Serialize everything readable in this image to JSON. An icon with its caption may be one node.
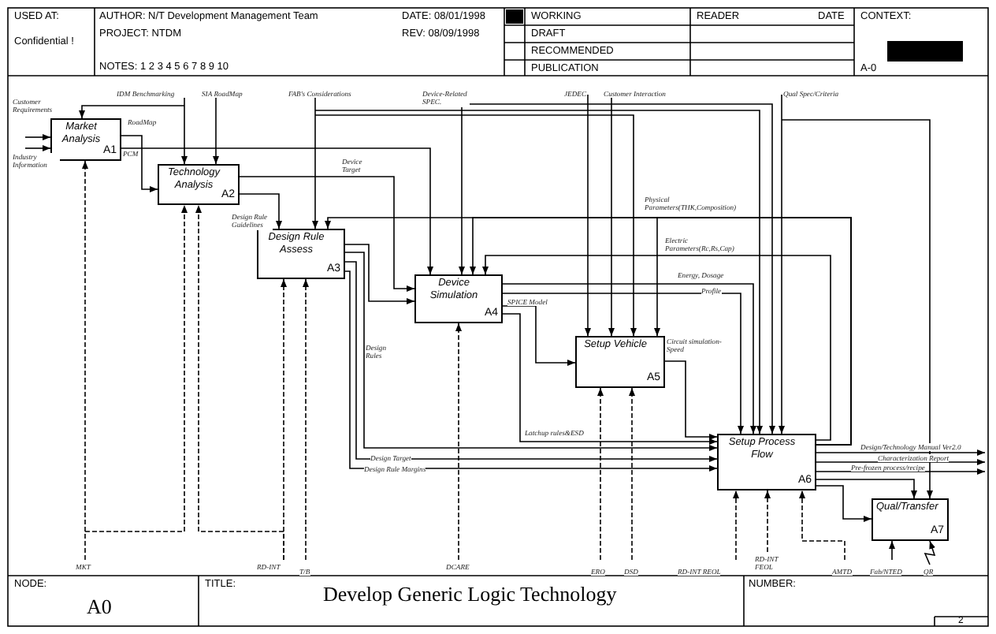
{
  "diagram": {
    "title": "Develop Generic Logic Technology",
    "nodes": [
      {
        "text": [
          "Market Analysis",
          "A1"
        ]
      },
      {
        "text": [
          "Technology Analysis",
          "A2"
        ]
      },
      {
        "text": [
          "Design Rule Assess",
          "A3"
        ]
      },
      {
        "text": [
          "Device Simulation",
          "A4"
        ]
      },
      {
        "text": [
          "Setup Vehicle",
          "A5"
        ]
      },
      {
        "text": [
          "Setup Process Flow",
          "A6"
        ]
      },
      {
        "text": [
          "Qual/Transfer",
          "A7"
        ]
      }
    ],
    "edges": [
      {
        "from": null,
        "to": 0,
        "arrow": "to",
        "label": "Customer Requirements"
      },
      {
        "from": null,
        "to": 0,
        "arrow": "to",
        "label": "Industry Information"
      },
      {
        "from": null,
        "to": 1,
        "arrow": "to",
        "label": "IDM Benchmarking"
      },
      {
        "from": null,
        "to": 0,
        "arrow": "to"
      },
      {
        "from": null,
        "to": 1,
        "arrow": "to",
        "label": "SIA RoadMap"
      },
      {
        "from": null,
        "to": 2,
        "arrow": "to",
        "label": "FAB's Considerations"
      },
      {
        "from": null,
        "to": 4,
        "arrow": "to"
      },
      {
        "from": null,
        "to": 5,
        "arrow": "to"
      },
      {
        "from": null,
        "to": 3,
        "arrow": "to",
        "label": "Device-Related SPEC."
      },
      {
        "from": null,
        "to": 5,
        "arrow": "to"
      },
      {
        "from": null,
        "to": 4,
        "arrow": "to",
        "label": "JEDEC"
      },
      {
        "from": null,
        "to": 4,
        "arrow": "to",
        "label": "Customer Interaction"
      },
      {
        "from": null,
        "to": 5,
        "arrow": "to",
        "label": "Qual Spec/Criteria"
      },
      {
        "from": null,
        "to": 6,
        "arrow": "to"
      },
      {
        "from": 0,
        "to": 1,
        "arrow": "to",
        "label": "RoadMap"
      },
      {
        "from": 0,
        "to": 3,
        "arrow": "to",
        "label": "PCM"
      },
      {
        "from": 1,
        "to": 3,
        "arrow": "to",
        "label": "Device Target"
      },
      {
        "from": 1,
        "to": 2,
        "arrow": "to",
        "label": "Design Rule Guidelines"
      },
      {
        "from": 2,
        "to": 3,
        "arrow": "to"
      },
      {
        "from": 2,
        "to": 5,
        "arrow": "to",
        "label": "Design Rules"
      },
      {
        "from": 2,
        "to": 5,
        "arrow": "to",
        "label": "Design Target"
      },
      {
        "from": 2,
        "to": 5,
        "arrow": "to",
        "label": "Design Rule Margins"
      },
      {
        "from": 3,
        "to": 4,
        "arrow": "to",
        "label": "SPICE Model"
      },
      {
        "from": 3,
        "to": 5,
        "arrow": "to",
        "label": "Latchup rules&ESD"
      },
      {
        "from": 3,
        "to": 5,
        "arrow": "to",
        "label": "Energy, Dosage"
      },
      {
        "from": 3,
        "to": 5,
        "arrow": "to",
        "label": "Profile"
      },
      {
        "from": 4,
        "to": 5,
        "arrow": "to",
        "label": "Circuit simulation-Speed"
      },
      {
        "from": 5,
        "to": 2,
        "arrow": "to",
        "label": "Physical Parameters(THK,Composition)"
      },
      {
        "from": 5,
        "to": 3,
        "arrow": "to"
      },
      {
        "from": 5,
        "to": 4,
        "arrow": "to"
      },
      {
        "from": 5,
        "to": 3,
        "arrow": "to",
        "label": "Electric Parameters(Rc,Rs,Cap)"
      },
      {
        "from": 5,
        "to": null,
        "arrow": "to",
        "label": "Design/Technology Manual Ver2.0"
      },
      {
        "from": 5,
        "to": null,
        "arrow": "to",
        "label": "Characterization Report"
      },
      {
        "from": 5,
        "to": 6,
        "arrow": "to"
      },
      {
        "from": 5,
        "to": null,
        "arrow": "to",
        "label": "Pre-frozen process/recipe"
      },
      {
        "from": 5,
        "to": 6,
        "arrow": "to"
      },
      {
        "from": null,
        "to": 0,
        "arrow": "to",
        "label": "MKT",
        "style": "dashed"
      },
      {
        "from": null,
        "to": 1,
        "arrow": "to",
        "style": "dashed"
      },
      {
        "from": null,
        "to": 1,
        "arrow": "to",
        "label": "RD-INT",
        "style": "dashed"
      },
      {
        "from": null,
        "to": 2,
        "arrow": "to",
        "style": "dashed"
      },
      {
        "from": null,
        "to": 2,
        "arrow": "to",
        "label": "T/B",
        "style": "dashed"
      },
      {
        "from": null,
        "to": 3,
        "arrow": "to",
        "label": "DCARE",
        "style": "dashed"
      },
      {
        "from": null,
        "to": 4,
        "arrow": "to",
        "label": "ERO",
        "style": "dashed"
      },
      {
        "from": null,
        "to": 4,
        "arrow": "to",
        "label": "DSD",
        "style": "dashed"
      },
      {
        "from": null,
        "to": 5,
        "arrow": "to",
        "label": "RD-INT REOL",
        "style": "dashed"
      },
      {
        "from": null,
        "to": 5,
        "arrow": "to",
        "label": "RD-INT FEOL",
        "style": "dashed"
      },
      {
        "from": null,
        "to": 5,
        "arrow": "to",
        "label": "AMTD",
        "style": "dashed"
      },
      {
        "from": null,
        "to": 6,
        "arrow": "to",
        "label": "Fab/NTED"
      },
      {
        "from": null,
        "to": 6,
        "arrow": "to",
        "label": "QR"
      }
    ],
    "labels": [
      "USED AT:",
      "Confidential !",
      "AUTHOR: N/T Development Management Team",
      "DATE: 08/01/1998",
      "PROJECT: NTDM",
      "REV: 08/09/1998",
      "NOTES: 1 2 3 4 5 6 7 8 9 10",
      "WORKING",
      "DRAFT",
      "RECOMMENDED",
      "PUBLICATION",
      "READER",
      "DATE",
      "CONTEXT:",
      "A-0",
      "NODE:",
      "A0",
      "TITLE:",
      "NUMBER:",
      "2"
    ]
  }
}
